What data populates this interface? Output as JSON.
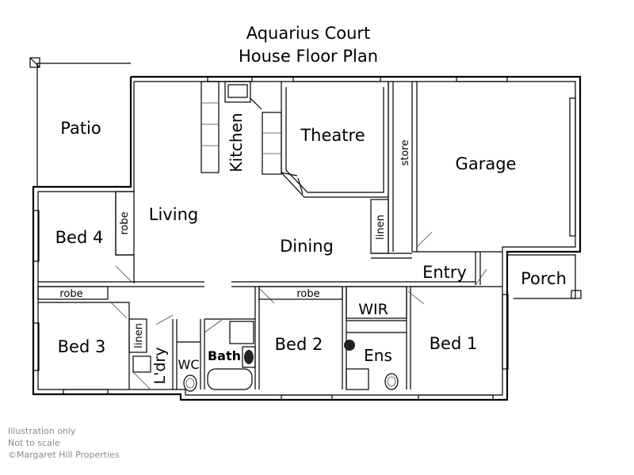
{
  "title": {
    "line1": "Aquarius Court",
    "line2": "House Floor Plan"
  },
  "rooms": {
    "patio": "Patio",
    "kitchen": "Kitchen",
    "theatre": "Theatre",
    "store": "store",
    "garage": "Garage",
    "living": "Living",
    "robe_bed4": "robe",
    "bed4": "Bed 4",
    "dining": "Dining",
    "linen_garage": "linen",
    "entry": "Entry",
    "porch": "Porch",
    "robe_bed3": "robe",
    "robe_bed2": "robe",
    "wir": "WIR",
    "bed3": "Bed 3",
    "linen_laundry": "linen",
    "laundry": "L'dry",
    "wc": "WC",
    "bath": "Bath",
    "bed2": "Bed 2",
    "ensuite": "Ens",
    "bed1": "Bed 1"
  },
  "disclaimer": {
    "line1": "Illustration only",
    "line2": "Not to scale",
    "line3": "©Margaret Hill Properties"
  }
}
